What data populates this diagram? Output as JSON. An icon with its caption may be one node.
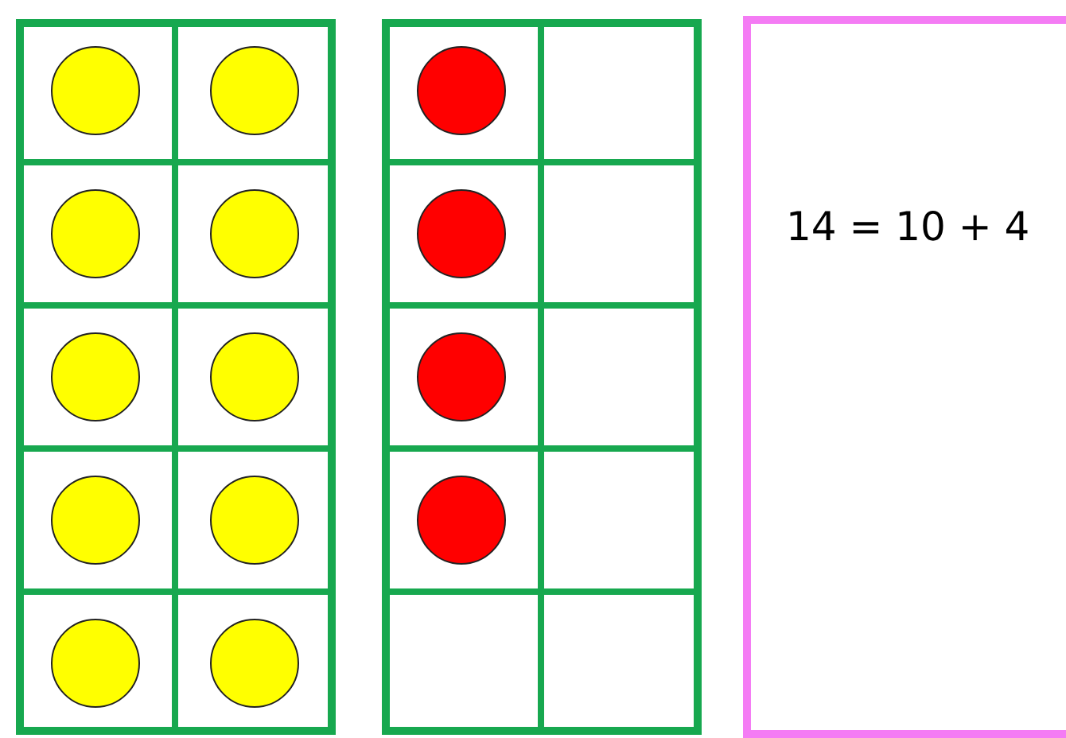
{
  "diagram": {
    "nodes": [
      {
        "text": [],
        "shape": "box"
      },
      {
        "text": [],
        "shape": "circle",
        "in": 0
      },
      {
        "text": [],
        "shape": "circle",
        "in": 0
      },
      {
        "text": [],
        "shape": "circle",
        "in": 0
      },
      {
        "text": [],
        "shape": "circle",
        "in": 0
      },
      {
        "text": [],
        "shape": "circle",
        "in": 0
      },
      {
        "text": [],
        "shape": "circle",
        "in": 0
      },
      {
        "text": [],
        "shape": "circle",
        "in": 0
      },
      {
        "text": [],
        "shape": "circle",
        "in": 0
      },
      {
        "text": [],
        "shape": "circle",
        "in": 0
      },
      {
        "text": [],
        "shape": "circle",
        "in": 0
      },
      {
        "text": [],
        "shape": "box"
      },
      {
        "text": [],
        "shape": "circle",
        "in": 11
      },
      {
        "text": [],
        "shape": "circle",
        "in": 11
      },
      {
        "text": [],
        "shape": "circle",
        "in": 11
      },
      {
        "text": [],
        "shape": "circle",
        "in": 11
      },
      {
        "text": [
          "14 = 10 + 4"
        ]
      }
    ]
  }
}
